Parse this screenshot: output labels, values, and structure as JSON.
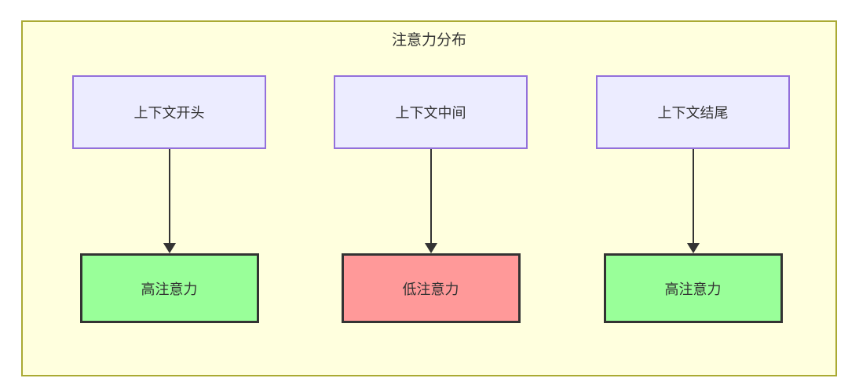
{
  "diagram": {
    "title": "注意力分布",
    "columns": [
      {
        "source": "上下文开头",
        "target": "高注意力",
        "target_type": "high"
      },
      {
        "source": "上下文中间",
        "target": "低注意力",
        "target_type": "low"
      },
      {
        "source": "上下文结尾",
        "target": "高注意力",
        "target_type": "high"
      }
    ],
    "colors": {
      "bg-page": "#ffffff",
      "bg-container": "#ffffde",
      "border-container": "#aaaa33",
      "src-fill": "#ECECFF",
      "src-border": "#9370DB",
      "high-fill": "#99ff99",
      "low-fill": "#ff9999",
      "node-border": "#333333",
      "arrow": "#333333",
      "text": "#333333"
    }
  }
}
